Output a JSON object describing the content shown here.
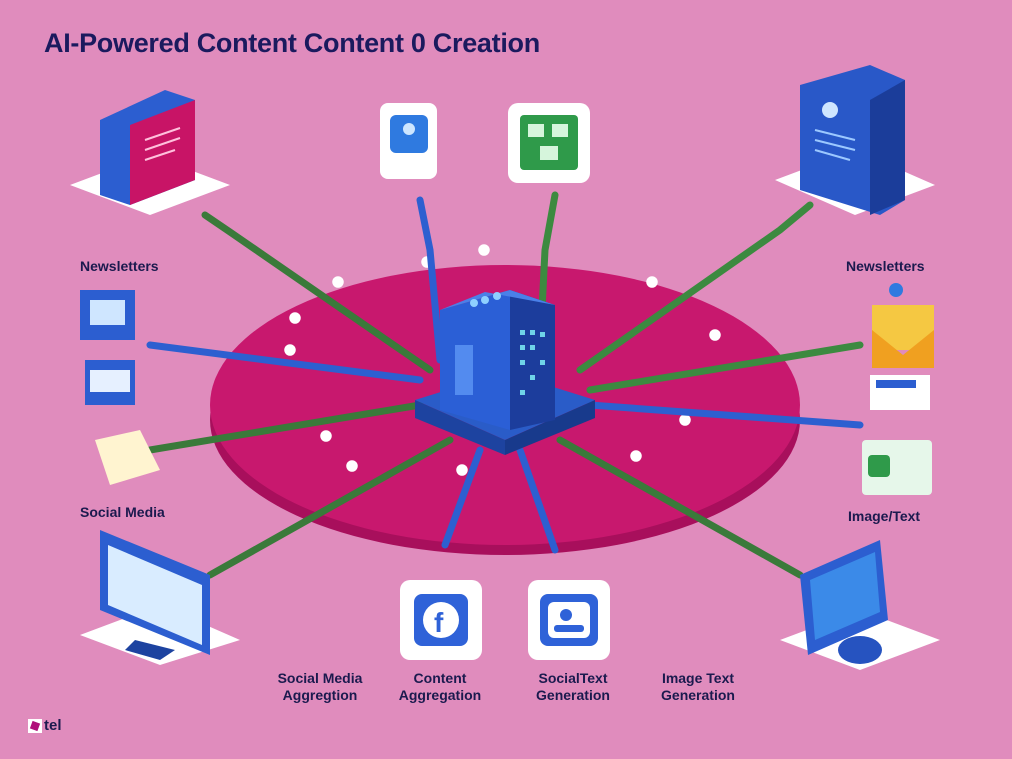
{
  "title": "AI-Powered Content Content 0 Creation",
  "labels": {
    "newsletters_left": "Newsletters",
    "newsletters_right": "Newsletters",
    "social_media": "Social Media",
    "image_text": "Image/Text",
    "bottom": [
      {
        "line1": "Social Media",
        "line2": "Aggregtion"
      },
      {
        "line1": "Content",
        "line2": "Aggregation"
      },
      {
        "line1": "SocialText",
        "line2": "Generation"
      },
      {
        "line1": "Image Text",
        "line2": "Generation"
      }
    ]
  },
  "logo_text": "tel",
  "colors": {
    "background": "#e08cbd",
    "platform": "#c8156e",
    "hub": "#2a5cc8",
    "title": "#1b1a5e"
  }
}
